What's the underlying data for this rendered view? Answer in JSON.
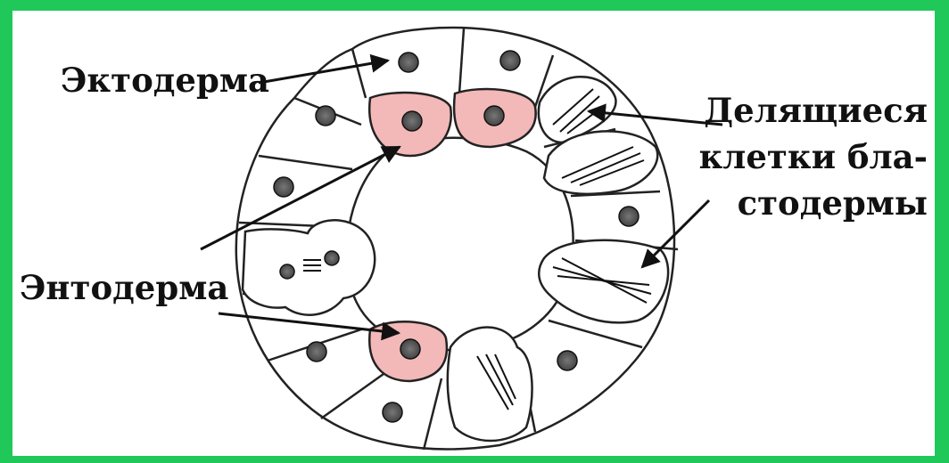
{
  "labels": {
    "ectoderm": "Эктодерма",
    "endoderm": "Энтодерма",
    "dividing_line1": "Делящиеся",
    "dividing_line2": "клетки бла-",
    "dividing_line3": "стодермы"
  },
  "colors": {
    "frame": "#20c85a",
    "background": "#ffffff",
    "endoderm_fill": "#f3b8b8",
    "cell_outline": "#222222"
  }
}
